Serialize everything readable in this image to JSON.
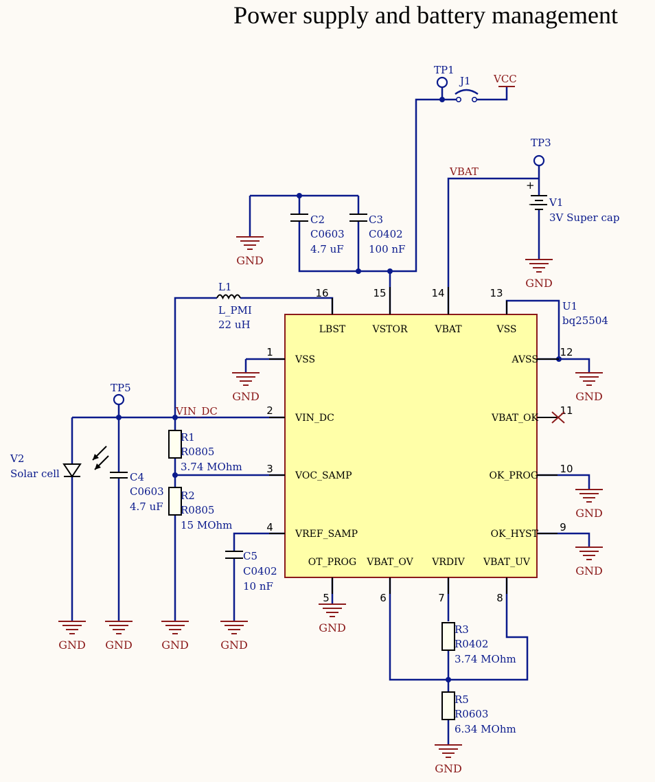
{
  "title": "Power supply and battery management",
  "ic": {
    "ref": "U1",
    "part": "bq25504",
    "pins": {
      "p16": {
        "num": "16",
        "name": "LBST"
      },
      "p15": {
        "num": "15",
        "name": "VSTOR"
      },
      "p14": {
        "num": "14",
        "name": "VBAT"
      },
      "p13": {
        "num": "13",
        "name": "VSS"
      },
      "p1": {
        "num": "1",
        "name": "VSS"
      },
      "p2": {
        "num": "2",
        "name": "VIN_DC"
      },
      "p3": {
        "num": "3",
        "name": "VOC_SAMP"
      },
      "p4": {
        "num": "4",
        "name": "VREF_SAMP"
      },
      "p12": {
        "num": "12",
        "name": "AVSS"
      },
      "p11": {
        "num": "11",
        "name": "VBAT_OK"
      },
      "p10": {
        "num": "10",
        "name": "OK_PROG"
      },
      "p9": {
        "num": "9",
        "name": "OK_HYST"
      },
      "p5": {
        "num": "5",
        "name": "OT_PROG"
      },
      "p6": {
        "num": "6",
        "name": "VBAT_OV"
      },
      "p7": {
        "num": "7",
        "name": "VRDIV"
      },
      "p8": {
        "num": "8",
        "name": "VBAT_UV"
      }
    }
  },
  "components": {
    "c2": {
      "ref": "C2",
      "pkg": "C0603",
      "value": "4.7 uF"
    },
    "c3": {
      "ref": "C3",
      "pkg": "C0402",
      "value": "100 nF"
    },
    "l1": {
      "ref": "L1",
      "pkg": "L_PMI",
      "value": "22 uH"
    },
    "r1": {
      "ref": "R1",
      "pkg": "R0805",
      "value": "3.74 MOhm"
    },
    "r2": {
      "ref": "R2",
      "pkg": "R0805",
      "value": "15 MOhm"
    },
    "c4": {
      "ref": "C4",
      "pkg": "C0603",
      "value": "4.7 uF"
    },
    "c5": {
      "ref": "C5",
      "pkg": "C0402",
      "value": "10 nF"
    },
    "r3": {
      "ref": "R3",
      "pkg": "R0402",
      "value": "3.74 MOhm"
    },
    "r5": {
      "ref": "R5",
      "pkg": "R0603",
      "value": "6.34 MOhm"
    },
    "v1": {
      "ref": "V1",
      "value": "3V Super cap"
    },
    "v2": {
      "ref": "V2",
      "value": "Solar cell"
    },
    "j1": {
      "ref": "J1"
    }
  },
  "testpoints": {
    "tp1": "TP1",
    "tp3": "TP3",
    "tp5": "TP5"
  },
  "nets": {
    "vcc": "VCC",
    "vbat": "VBAT",
    "vin_dc": "VIN_DC",
    "gnd": "GND"
  },
  "polarity": {
    "plus": "+",
    "minus": "-"
  },
  "colors": {
    "wire": "#0a1a8c",
    "component_body": "#ffffa8",
    "net_label": "#8b1a1a",
    "background": "#fdfaf5"
  }
}
